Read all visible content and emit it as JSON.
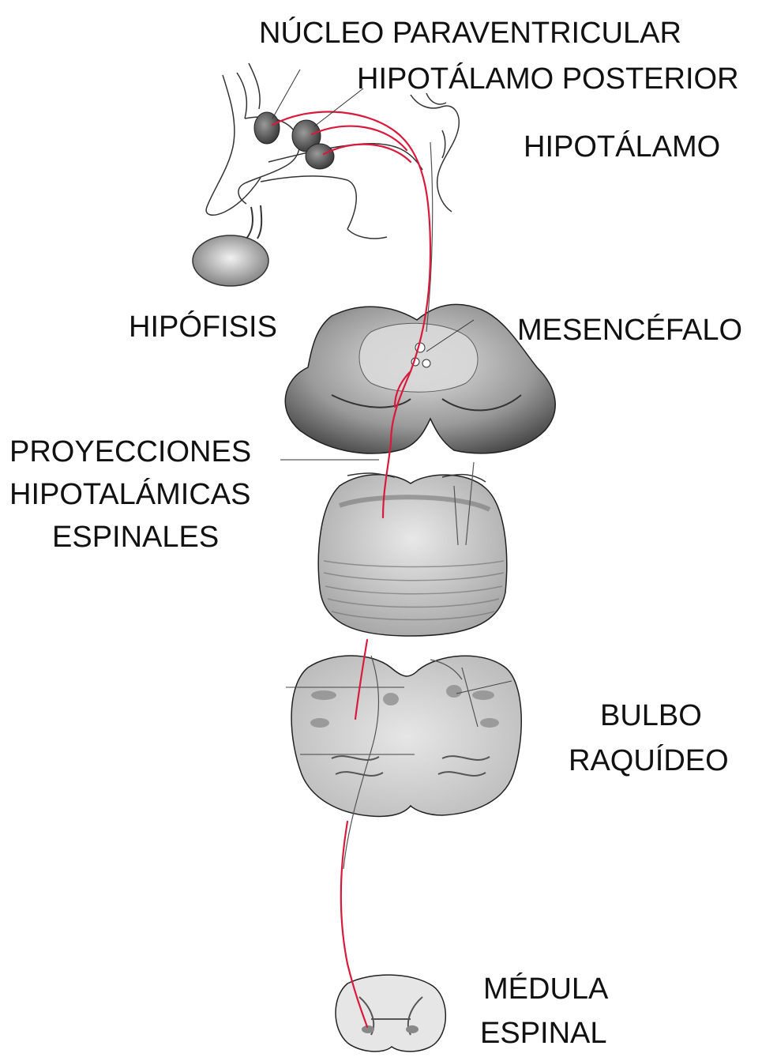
{
  "labels": {
    "nucleo_paraventricular": "NÚCLEO PARAVENTRICULAR",
    "hipotalamo_posterior": "HIPOTÁLAMO POSTERIOR",
    "hipotalamo": "HIPOTÁLAMO",
    "hipofisis": "HIPÓFISIS",
    "mesencefalo": "MESENCÉFALO",
    "proyecciones": [
      "PROYECCIONES",
      "HIPOTALÁMICAS",
      "ESPINALES"
    ],
    "bulbo": [
      "BULBO",
      "RAQUÍDEO"
    ],
    "medula": [
      "MÉDULA",
      "ESPINAL"
    ]
  },
  "colors": {
    "pathway": "#d81b3c",
    "outline": "#333333",
    "tissue": "#c8c8c8",
    "tissue_dark": "#4a4a4a"
  }
}
